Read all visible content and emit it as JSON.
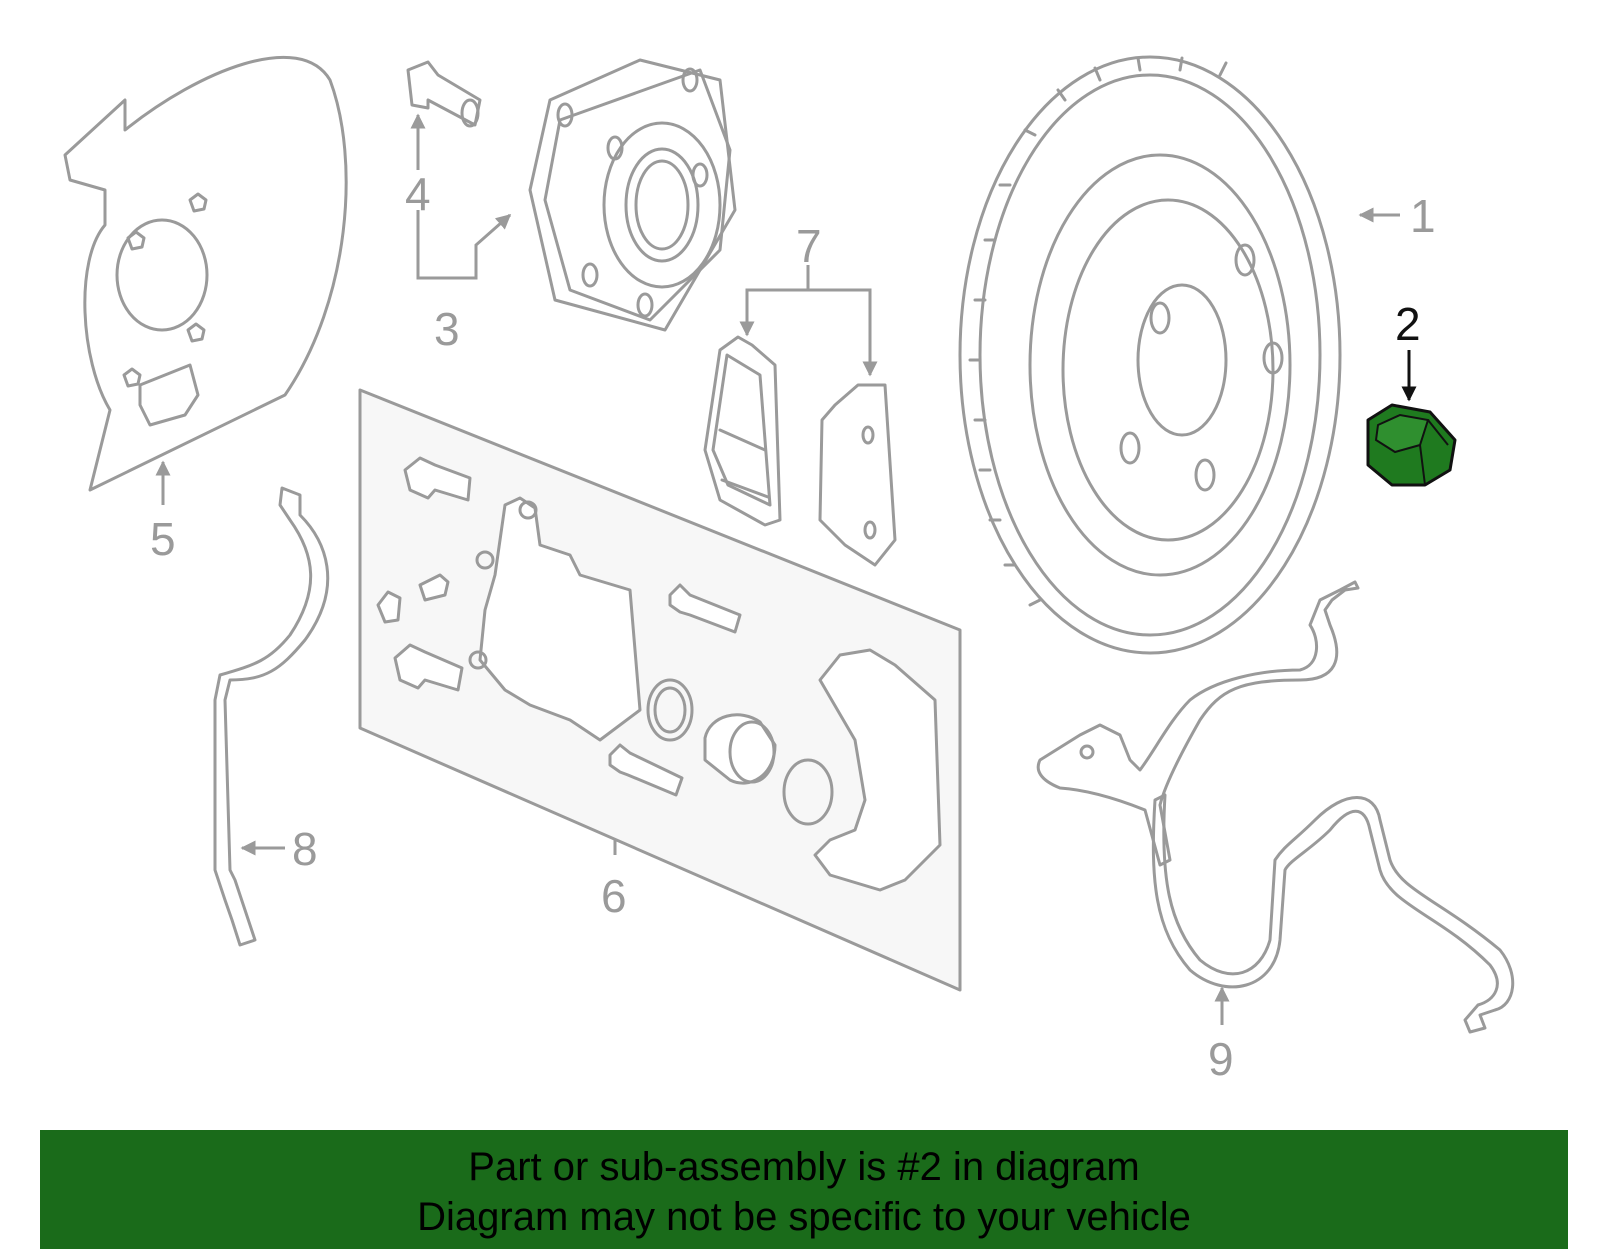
{
  "callouts": {
    "c1": "1",
    "c2": "2",
    "c3": "3",
    "c4": "4",
    "c5": "5",
    "c6": "6",
    "c7": "7",
    "c8": "8",
    "c9": "9"
  },
  "highlight": {
    "part_number": "2",
    "color": "#1f7a1f"
  },
  "banner": {
    "line1": "Part or sub-assembly is #2 in diagram",
    "line2": "Diagram may not be specific to your vehicle",
    "background": "#1a6b1a"
  }
}
